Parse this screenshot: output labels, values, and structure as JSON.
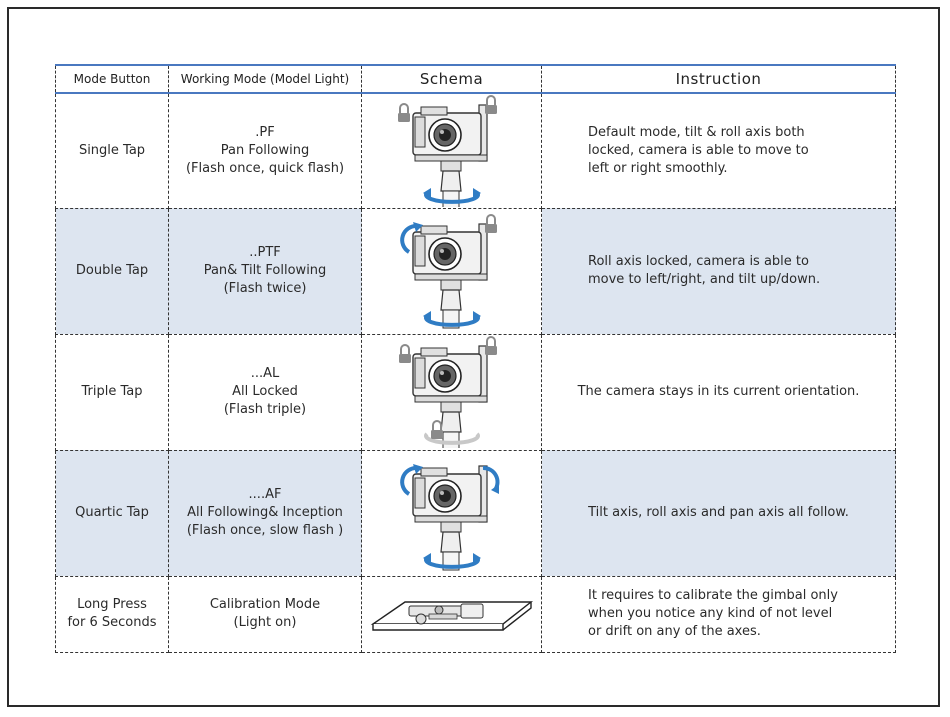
{
  "headers": {
    "mode_button": "Mode Button",
    "working_mode": "Working Mode (Model Light)",
    "schema": "Schema",
    "instruction": "Instruction"
  },
  "rows": [
    {
      "mode_button": [
        "Single Tap"
      ],
      "working_mode": [
        ".PF",
        "Pan Following",
        "(Flash once, quick flash)"
      ],
      "instruction": [
        "Default mode, tilt & roll axis both",
        "locked, camera is able to move to",
        "left or right smoothly."
      ]
    },
    {
      "mode_button": [
        "Double Tap"
      ],
      "working_mode": [
        "..PTF",
        "Pan& Tilt Following",
        "(Flash twice)"
      ],
      "instruction": [
        "Roll axis locked, camera is able to",
        "move to left/right, and tilt up/down."
      ]
    },
    {
      "mode_button": [
        "Triple Tap"
      ],
      "working_mode": [
        "...AL",
        "All Locked",
        "(Flash triple)"
      ],
      "instruction": [
        "The camera stays in its current orientation."
      ]
    },
    {
      "mode_button": [
        "Quartic Tap"
      ],
      "working_mode": [
        "....AF",
        "All Following& Inception",
        "(Flash once, slow flash )"
      ],
      "instruction": [
        "Tilt axis, roll axis and pan axis all follow."
      ]
    },
    {
      "mode_button": [
        "Long Press",
        "for 6 Seconds"
      ],
      "working_mode": [
        "Calibration Mode",
        "(Light on)"
      ],
      "instruction": [
        "It requires to calibrate the gimbal only",
        "when you notice any kind of not level",
        "or drift on any of the axes."
      ]
    }
  ],
  "colors": {
    "header_rule": "#4a78c0",
    "shaded_row": "#dde5f0",
    "arrow_blue": "#2f7cc4",
    "lock_gray": "#8a8a8a"
  },
  "icons": {
    "gimbal": "gimbal-camera-icon",
    "lock": "lock-icon",
    "rotation": "rotation-arrow-icon",
    "calibration": "calibration-plate-icon"
  }
}
